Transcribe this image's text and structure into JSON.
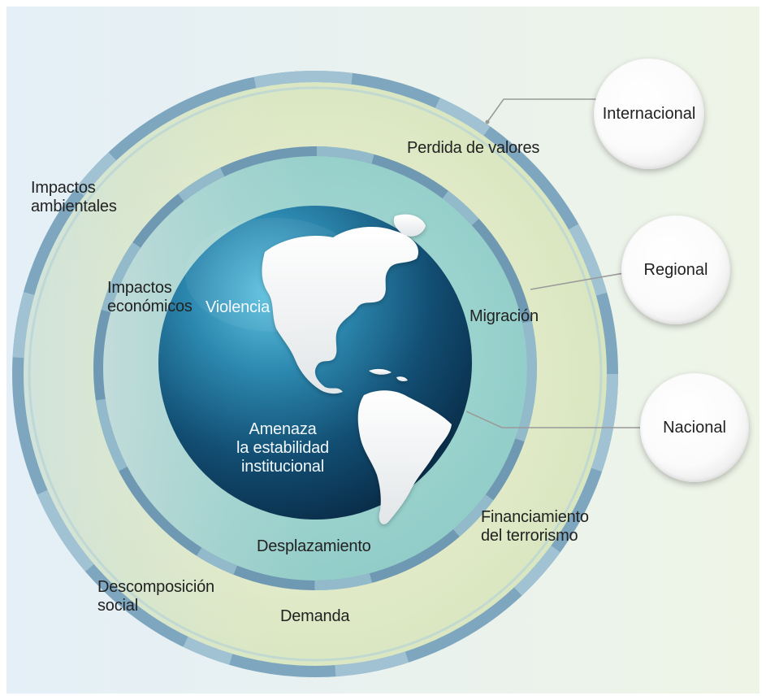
{
  "levels": {
    "international": "Internacional",
    "regional": "Regional",
    "national": "Nacional"
  },
  "outer_ring": {
    "top": "Perdida de valores",
    "top_left": "Impactos\nambientales",
    "bottom_left": "Descomposición\nsocial",
    "bottom": "Demanda",
    "bottom_right": "Financiamiento\ndel terrorismo"
  },
  "middle_ring": {
    "left": "Impactos\neconómicos",
    "right": "Migración",
    "bottom": "Desplazamiento"
  },
  "globe": {
    "top": "Violencia",
    "center": "Amenaza\nla estabilidad\ninstitucional"
  },
  "colors": {
    "globe_dark": "#0c3a5a",
    "globe_light": "#4aaed0",
    "middle_ring": "#9fd3cf",
    "outer_ring": "#dfe8c2",
    "ring_edge": "#6e97b3"
  },
  "icons": [
    "globe-americas-icon"
  ]
}
